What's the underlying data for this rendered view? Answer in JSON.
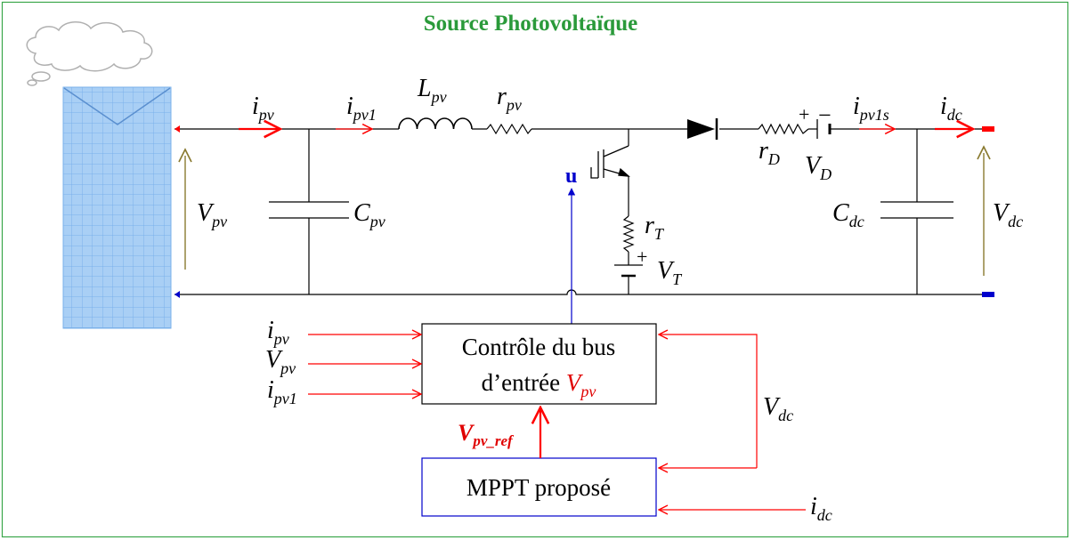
{
  "title": "Source Photovoltaïque",
  "colors": {
    "title": "#2a9a3a",
    "frame": "#3aa64a",
    "wire": "#000000",
    "control": "#ff0000",
    "cmd": "#0000cc",
    "voltage_arrow": "#8a7a30",
    "panel": "#a9cff5",
    "panel_grid": "#7ab0ea"
  },
  "labels": {
    "ipv": {
      "main": "i",
      "sub": "pv"
    },
    "ipv1": {
      "main": "i",
      "sub": "pv1"
    },
    "Lpv": {
      "main": "L",
      "sub": "pv"
    },
    "rpv": {
      "main": "r",
      "sub": "pv"
    },
    "rD": {
      "main": "r",
      "sub": "D"
    },
    "VD": {
      "main": "V",
      "sub": "D"
    },
    "ipv1s": {
      "main": "i",
      "sub": "pv1s"
    },
    "idc": {
      "main": "i",
      "sub": "dc"
    },
    "Vpv": {
      "main": "V",
      "sub": "pv"
    },
    "Cpv": {
      "main": "C",
      "sub": "pv"
    },
    "u": "u",
    "rT": {
      "main": "r",
      "sub": "T"
    },
    "VT": {
      "main": "V",
      "sub": "T"
    },
    "Cdc": {
      "main": "C",
      "sub": "dc"
    },
    "Vdc": {
      "main": "V",
      "sub": "dc"
    },
    "Vpvref": {
      "main": "V",
      "sub": "pv_ref"
    },
    "plus": "+",
    "minus": "−"
  },
  "blocks": {
    "control_line1": "Contrôle du bus",
    "control_line2": "d’entrée ",
    "control_var": {
      "main": "V",
      "sub": "pv"
    },
    "mppt": "MPPT proposé"
  }
}
